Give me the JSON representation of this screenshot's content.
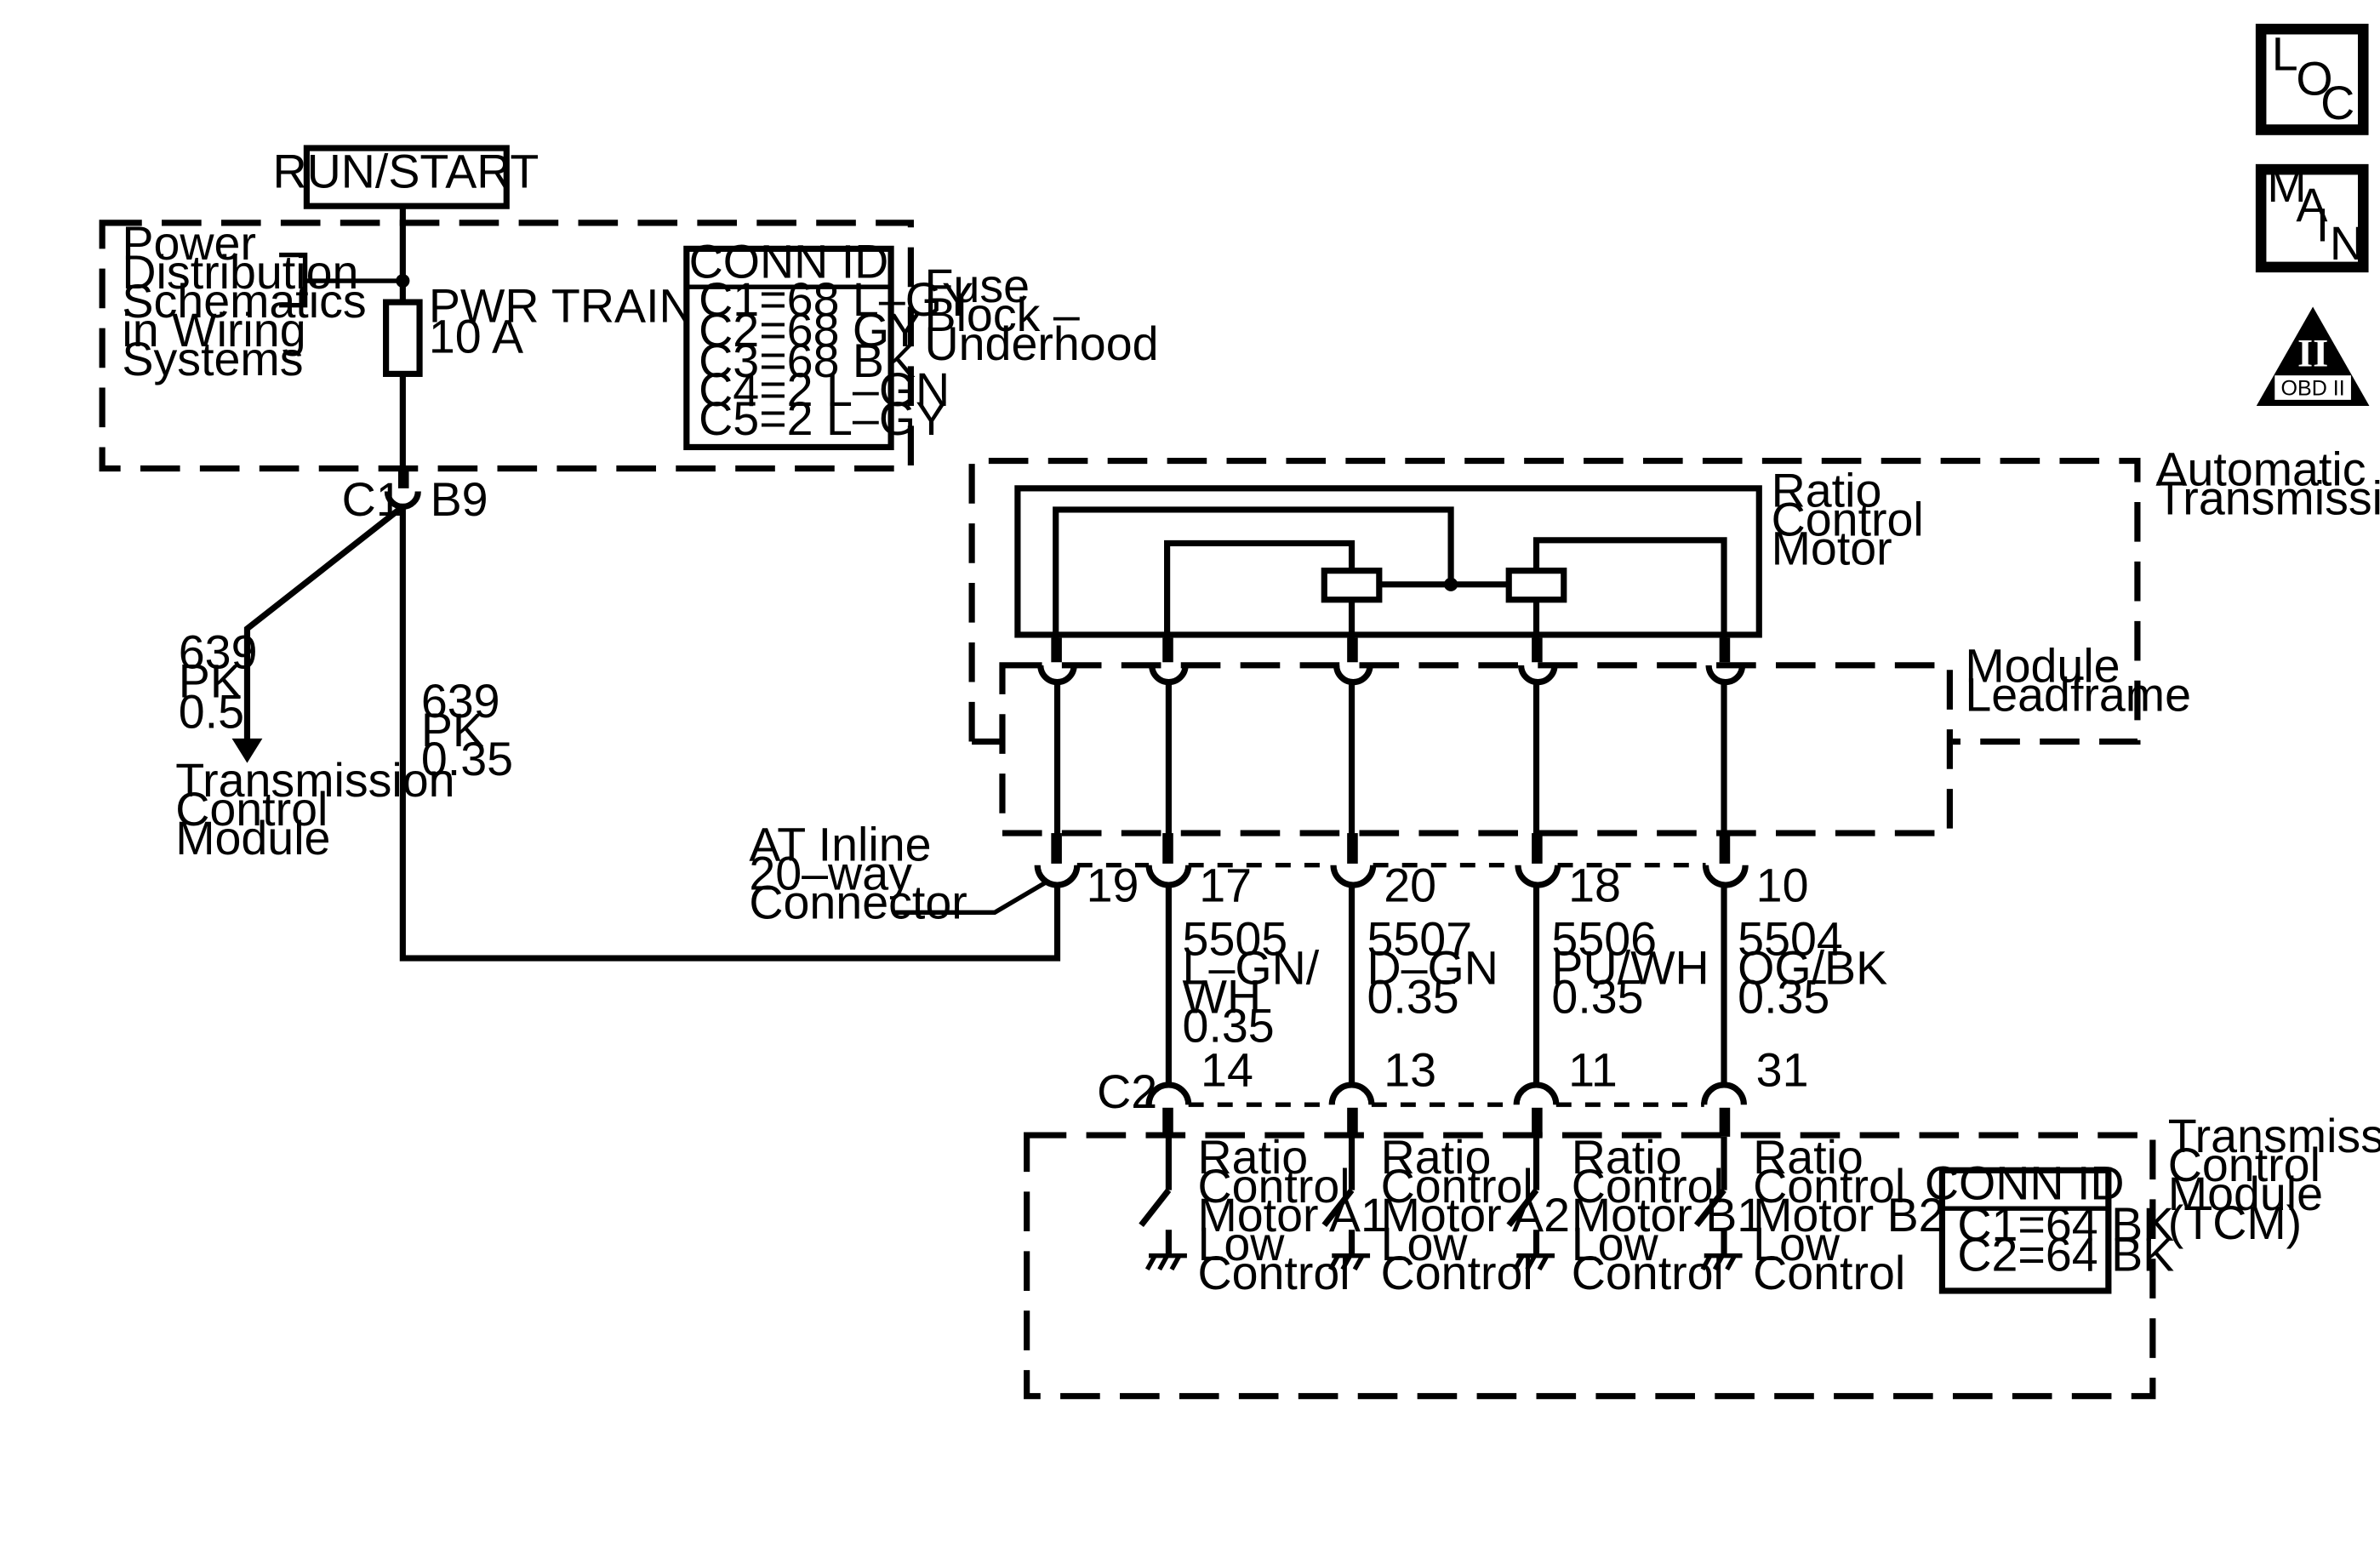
{
  "power": {
    "run_start": "RUN/START",
    "pds_lines": [
      "Power",
      "Distribution",
      "Schematics",
      "in Wiring",
      "Systems"
    ],
    "fuse_name": "PWR TRAIN",
    "fuse_rating": "10 A",
    "fuse_block_lines": [
      "Fuse",
      "Block –",
      "Underhood"
    ]
  },
  "fuse_conn_id": {
    "title": "CONN ID",
    "rows": [
      "C1=68 L–GY",
      "C2=68 GY",
      "C3=68 BK",
      "C4=2 L–GN",
      "C5=2 L–GY"
    ]
  },
  "c1": {
    "connector": "C1",
    "pin": "B9"
  },
  "wire_tcm_feed": {
    "circuit": "639",
    "color": "PK",
    "size": "0.5"
  },
  "tcm_ref_lines": [
    "Transmission",
    "Control",
    "Module"
  ],
  "wire_main_feed": {
    "circuit": "639",
    "color": "PK",
    "size": "0.35"
  },
  "inline_connector_lines": [
    "AT Inline",
    "20–way",
    "Connector"
  ],
  "inline_pins": [
    "19",
    "17",
    "20",
    "18",
    "10"
  ],
  "auto_trans_lines": [
    "Automatic",
    "Transmission"
  ],
  "ratio_motor_lines": [
    "Ratio",
    "Control",
    "Motor"
  ],
  "leadframe_lines": [
    "Module",
    "Leadframe"
  ],
  "circuits": [
    {
      "circuit": "5505",
      "color": [
        "L–GN/",
        "WH"
      ],
      "size": "0.35"
    },
    {
      "circuit": "5507",
      "color": [
        "D–GN"
      ],
      "size": "0.35"
    },
    {
      "circuit": "5506",
      "color": [
        "PU/WH"
      ],
      "size": "0.35"
    },
    {
      "circuit": "5504",
      "color": [
        "OG/BK"
      ],
      "size": "0.35"
    }
  ],
  "c2": {
    "connector": "C2",
    "pins": [
      "14",
      "13",
      "11",
      "31"
    ]
  },
  "tcm_lines": [
    "Transmission",
    "Control",
    "Module",
    "(TCM)"
  ],
  "low_controls": [
    [
      "Ratio",
      "Control",
      "Motor A1",
      "Low",
      "Control"
    ],
    [
      "Ratio",
      "Control",
      "Motor A2",
      "Low",
      "Control"
    ],
    [
      "Ratio",
      "Control",
      "Motor B1",
      "Low",
      "Control"
    ],
    [
      "Ratio",
      "Control",
      "Motor B2",
      "Low",
      "Control"
    ]
  ],
  "tcm_conn_id": {
    "title": "CONN ID",
    "rows": [
      "C1=64 BK",
      "C2=64 BK"
    ]
  },
  "nav": {
    "loc": [
      "L",
      "O",
      "C"
    ],
    "main": [
      "M",
      "A",
      "I",
      "N"
    ],
    "obd_roman": "II",
    "obd_label": "OBD II"
  }
}
